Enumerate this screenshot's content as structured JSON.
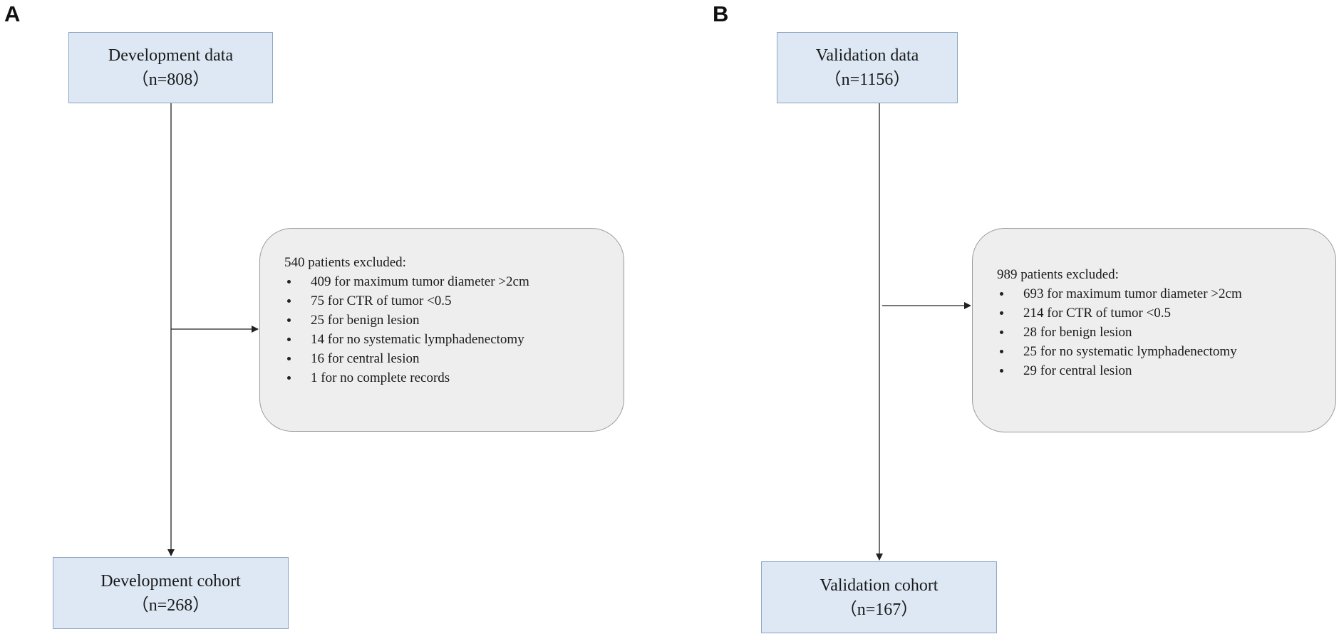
{
  "panels": [
    {
      "letter": "A",
      "top_box": {
        "title": "Development data",
        "count": "（n=808）"
      },
      "exclusion": {
        "header": "540 patients excluded:",
        "items": [
          "409 for maximum tumor diameter >2cm",
          "75 for CTR of tumor <0.5",
          "25 for benign lesion",
          "14 for no systematic lymphadenectomy",
          "16 for central lesion",
          "1 for no complete records"
        ]
      },
      "bottom_box": {
        "title": "Development cohort",
        "count": "（n=268）"
      }
    },
    {
      "letter": "B",
      "top_box": {
        "title": "Validation data",
        "count": "（n=1156）"
      },
      "exclusion": {
        "header": "989 patients excluded:",
        "items": [
          "693 for maximum tumor diameter >2cm",
          "214 for CTR of tumor <0.5",
          "28 for benign lesion",
          "25 for no systematic lymphadenectomy",
          "29 for central lesion"
        ]
      },
      "bottom_box": {
        "title": "Validation cohort",
        "count": "（n=167）"
      }
    }
  ],
  "colors": {
    "box_fill": "#dde8f4",
    "box_border": "#8ea6c4",
    "exclusion_fill": "#eeeeee",
    "arrow": "#222222"
  }
}
